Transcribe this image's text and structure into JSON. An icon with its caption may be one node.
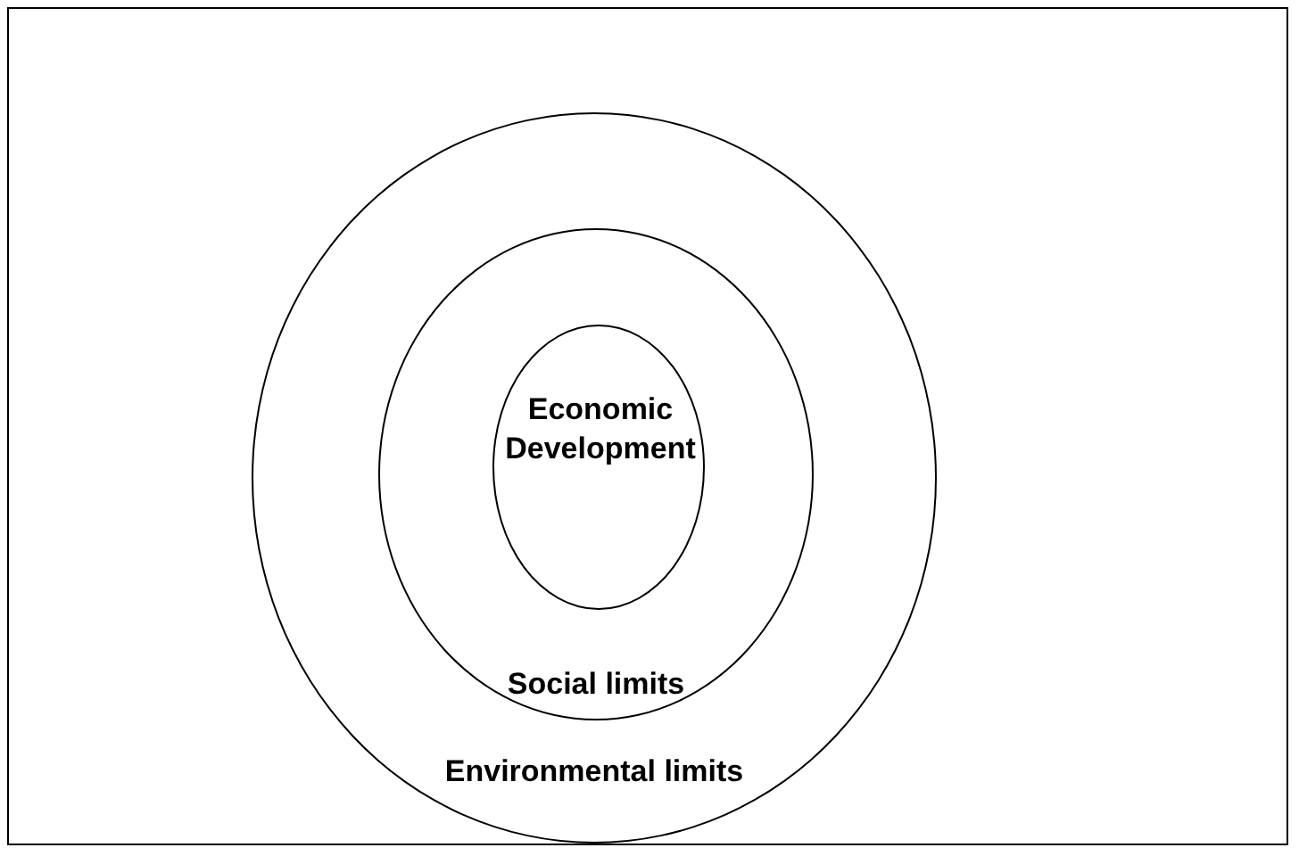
{
  "diagram": {
    "nodes": [
      {
        "text": [
          "Environmental limits"
        ]
      },
      {
        "text": [
          "Social limits"
        ],
        "in": 0
      },
      {
        "text": [
          "Economic Development"
        ],
        "in": 1
      }
    ]
  }
}
